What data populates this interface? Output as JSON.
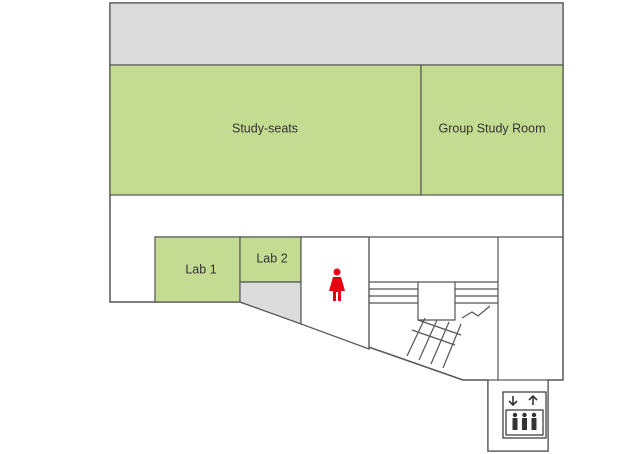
{
  "floorplan": {
    "rooms": {
      "study_seats": "Study-seats",
      "group_study_room": "Group Study Room",
      "lab1": "Lab 1",
      "lab2": "Lab 2"
    },
    "icons": {
      "restroom": "womens-restroom-icon",
      "elevator": "elevator-icon"
    },
    "colors": {
      "room_fill": "#c4dc92",
      "unused_area": "#dcdcdc",
      "wall": "#555555",
      "restroom_icon": "#e60012",
      "elevator_icon": "#333333",
      "label_text": "#333333"
    }
  }
}
